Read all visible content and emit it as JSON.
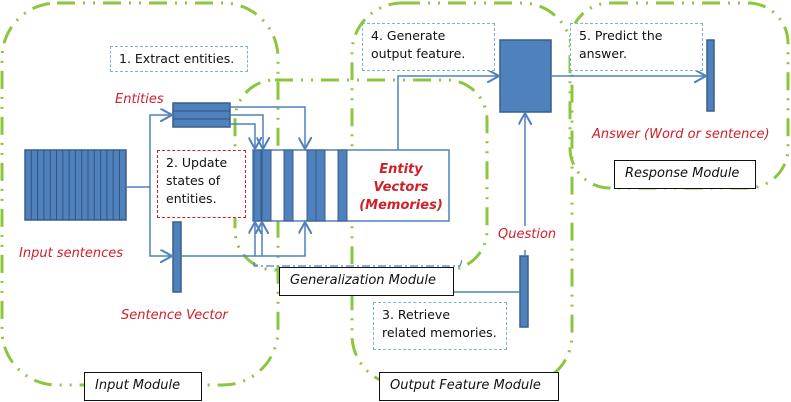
{
  "modules": {
    "input": "Input Module",
    "generalization": "Generalization Module",
    "output_feature": "Output Feature Module",
    "response": "Response Module"
  },
  "steps": [
    {
      "id": 1,
      "text": "1. Extract entities."
    },
    {
      "id": 2,
      "line1": "2. Update",
      "line2": "states  of",
      "line3": "entities."
    },
    {
      "id": 3,
      "line1": "3. Retrieve",
      "line2": "related memories."
    },
    {
      "id": 4,
      "line1": "4. Generate",
      "line2": "output feature."
    },
    {
      "id": 5,
      "line1": "5. Predict the",
      "line2": "answer."
    }
  ],
  "labels": {
    "entities": "Entities",
    "input_sentences": "Input sentences",
    "sentence_vector": "Sentence Vector",
    "entity_vectors_1": "Entity",
    "entity_vectors_2": "Vectors",
    "entity_vectors_3": "(Memories)",
    "question": "Question",
    "answer": "Answer (Word or sentence)"
  },
  "colors": {
    "module_border": "#8cc63f",
    "block_fill": "#4f81bd",
    "block_stroke": "#385d8a",
    "arrow": "#4f81bd",
    "label_red": "#d0202a",
    "step_border": "#7fb6c9"
  }
}
